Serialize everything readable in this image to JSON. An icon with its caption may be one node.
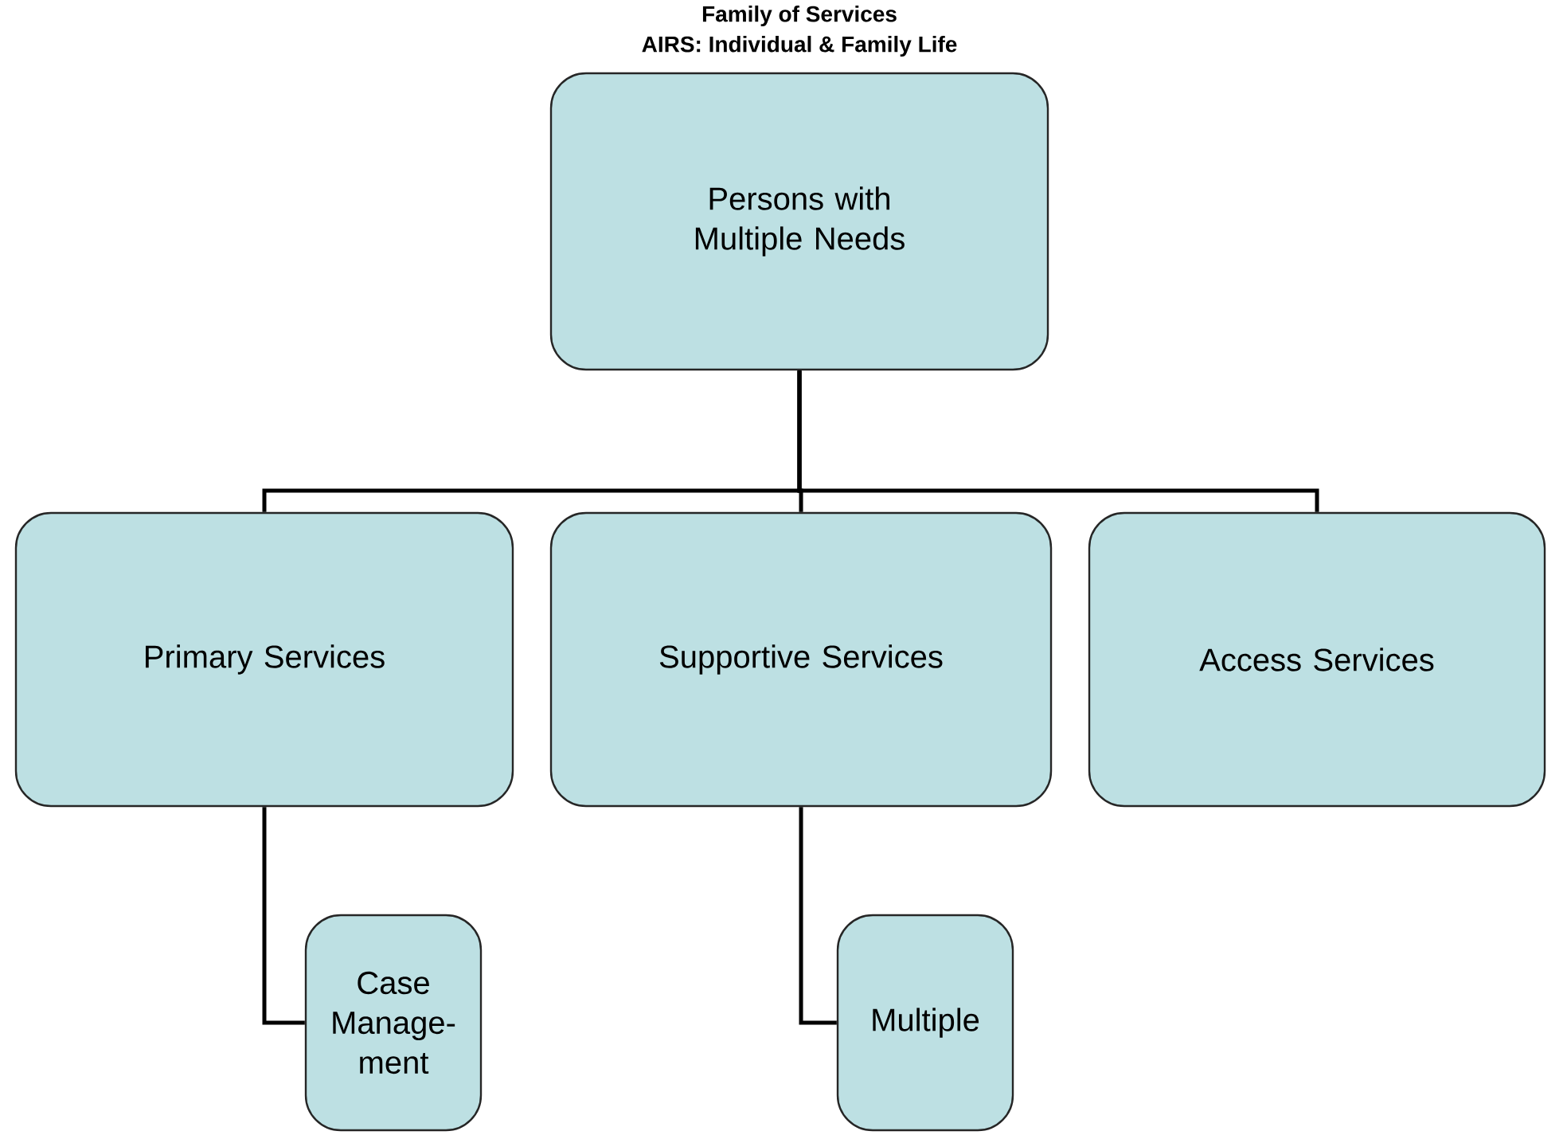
{
  "diagram": {
    "title": "Family of Services",
    "labels": [
      "AIRS: Individual & Family Life"
    ],
    "nodes": [
      {
        "text": [
          "Persons with Multiple Needs"
        ]
      },
      {
        "text": [
          "Primary Services"
        ]
      },
      {
        "text": [
          "Supportive Services"
        ]
      },
      {
        "text": [
          "Access Services"
        ]
      },
      {
        "text": [
          "Case Manage-ment"
        ]
      },
      {
        "text": [
          "Multiple"
        ]
      }
    ],
    "edges": [
      {
        "from": 0,
        "to": 1,
        "arrow": "none"
      },
      {
        "from": 0,
        "to": 2,
        "arrow": "none"
      },
      {
        "from": 0,
        "to": 3,
        "arrow": "none"
      },
      {
        "from": 1,
        "to": 4,
        "arrow": "none"
      },
      {
        "from": 2,
        "to": 5,
        "arrow": "none"
      }
    ]
  }
}
